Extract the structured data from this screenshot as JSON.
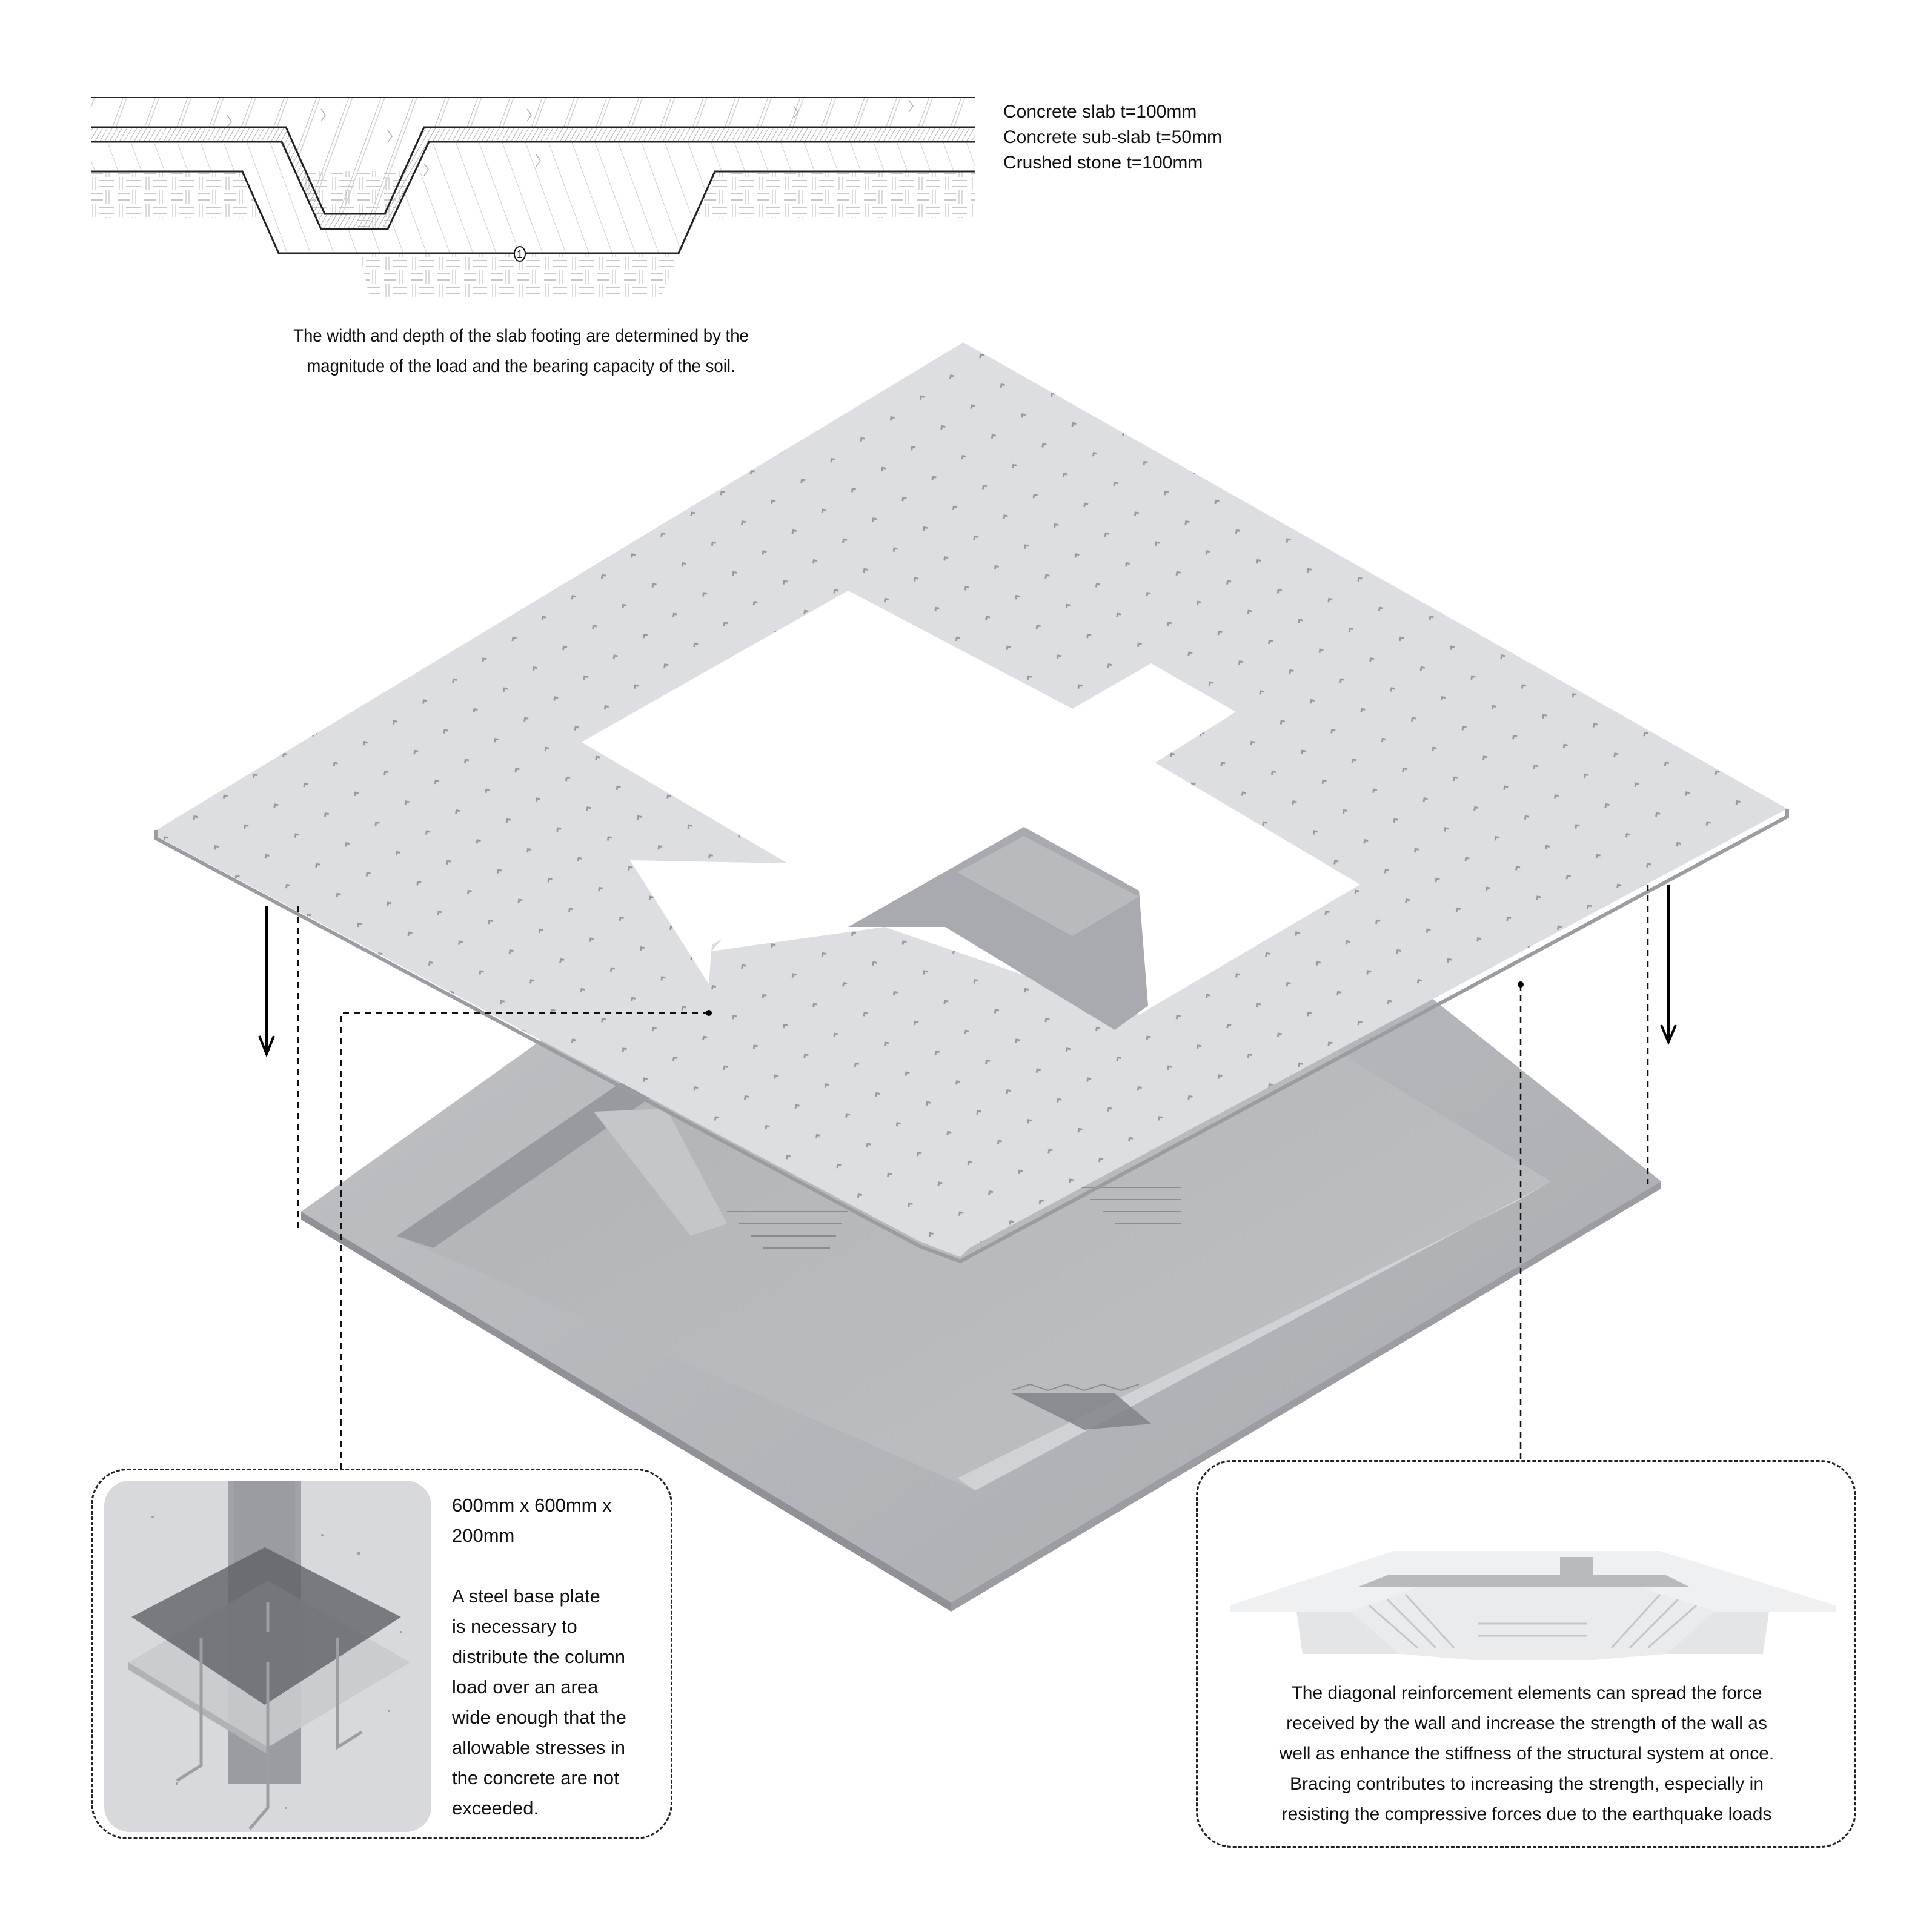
{
  "section_detail": {
    "marker_label": "1",
    "layers": [
      {
        "name": "concrete-slab",
        "label": "Concrete slab t=100mm"
      },
      {
        "name": "concrete-sub-slab",
        "label": "Concrete sub-slab t=50mm"
      },
      {
        "name": "crushed-stone",
        "label": "Crushed stone t=100mm"
      }
    ]
  },
  "intro_caption": {
    "line1": "The width and depth of the slab footing are determined by the",
    "line2": "magnitude of the load and the bearing capacity of the soil."
  },
  "axonometric": {
    "upper_slab_color": "#dcdee1",
    "lower_slab_color": "#b4b6ba",
    "arrow_icons": [
      "arrow-down-icon",
      "arrow-down-icon"
    ]
  },
  "callout_left": {
    "dimensions_line1": "600mm x 600mm x",
    "dimensions_line2": "200mm",
    "description_lines": [
      "A steel base plate",
      "is necessary to",
      "distribute the column",
      "load over an area",
      "wide enough that the",
      "allowable stresses in",
      "the concrete are not",
      "exceeded."
    ]
  },
  "callout_right": {
    "description_lines": [
      "The diagonal reinforcement elements can spread the force",
      "received by the wall and increase the strength of the wall as",
      "well as enhance the stiffness of the structural system at once.",
      "Bracing contributes to increasing the strength, especially in",
      "resisting the compressive forces due to the earthquake loads"
    ]
  }
}
